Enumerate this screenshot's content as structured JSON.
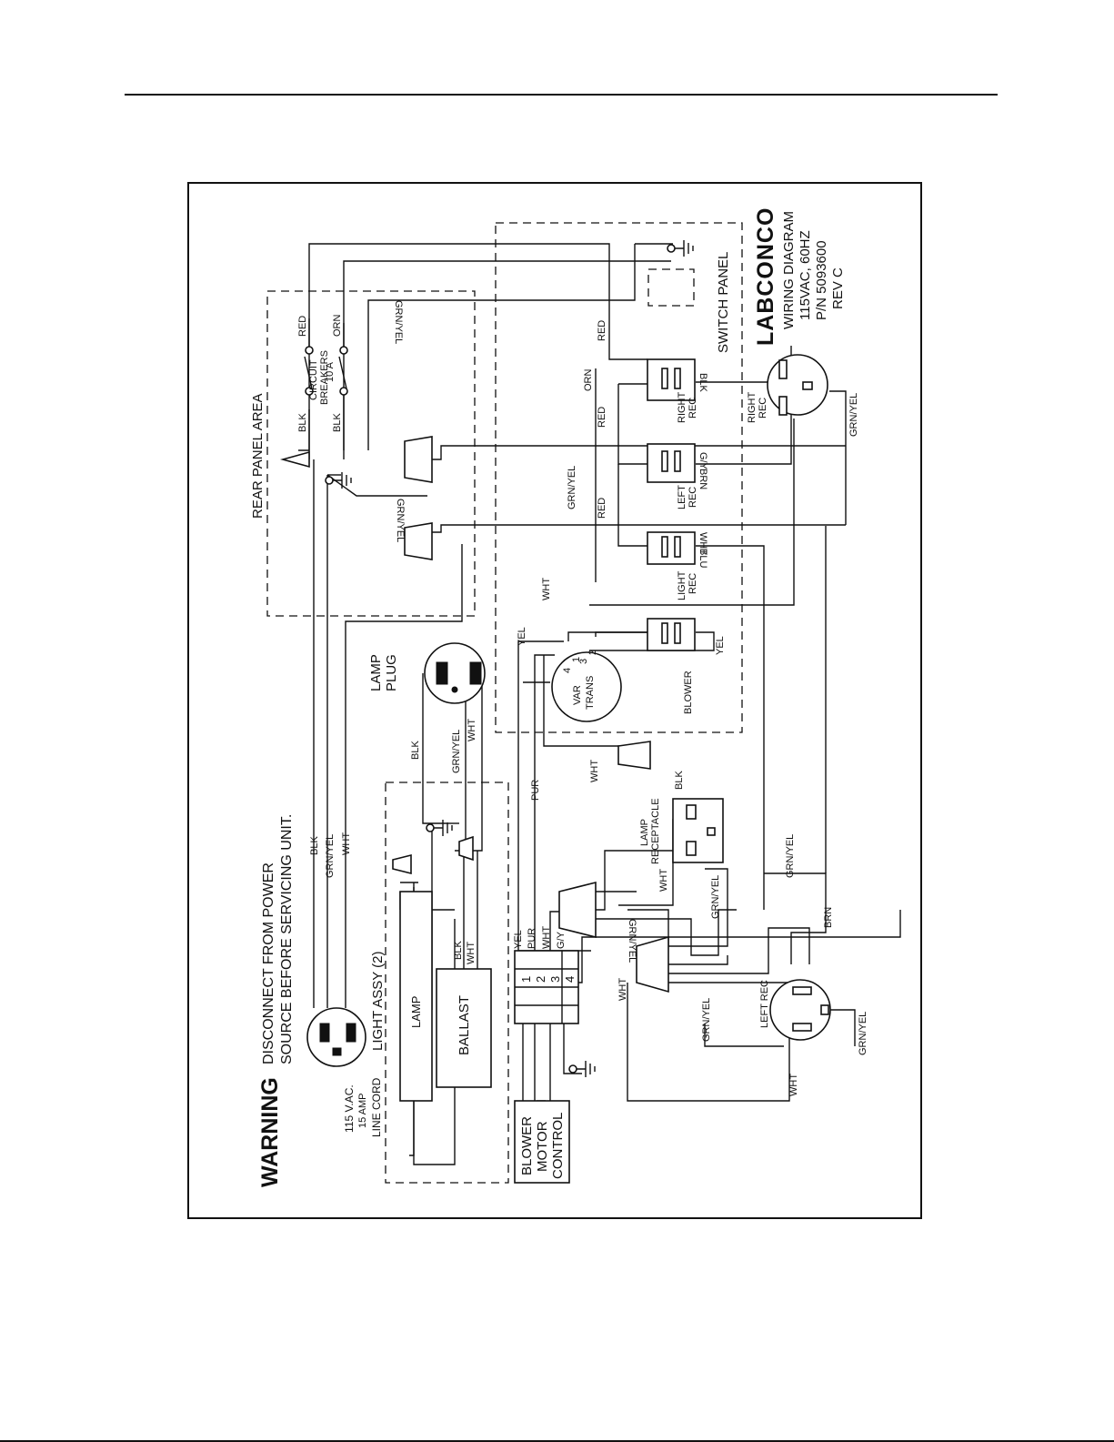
{
  "warning": {
    "word": "WARNING",
    "line1": "DISCONNECT FROM POWER",
    "line2": "SOURCE BEFORE SERVICING UNIT."
  },
  "line_cord": {
    "l1": "115 V.AC.",
    "l2": "15 AMP",
    "l3": "LINE CORD"
  },
  "areas": {
    "rear_panel": "REAR PANEL AREA",
    "switch_panel": "SWITCH PANEL",
    "light_assy": "LIGHT ASSY (2)"
  },
  "components": {
    "circuit_breakers_1": "CIRCUIT",
    "circuit_breakers_2": "BREAKERS",
    "breaker_rating": "10 A",
    "lamp_plug_1": "LAMP",
    "lamp_plug_2": "PLUG",
    "lamp": "LAMP",
    "ballast": "BALLAST",
    "blower_motor_control_1": "BLOWER",
    "blower_motor_control_2": "MOTOR",
    "blower_motor_control_3": "CONTROL",
    "var_trans_1": "VAR",
    "var_trans_2": "TRANS",
    "blower": "BLOWER",
    "light_rec_1": "LIGHT",
    "light_rec_2": "REC",
    "left_rec_1": "LEFT",
    "left_rec_2": "REC",
    "right_rec_1": "RIGHT",
    "right_rec_2": "REC",
    "right_rec_outlet_1": "RIGHT",
    "right_rec_outlet_2": "REC",
    "left_rec_outlet": "LEFT REC",
    "lamp_receptacle_1": "LAMP",
    "lamp_receptacle_2": "RECEPTACLE",
    "terminal_numbers": [
      "1",
      "2",
      "3",
      "4"
    ],
    "var_trans_pins": [
      "4",
      "1",
      "3",
      "2"
    ]
  },
  "wires": {
    "blk": "BLK",
    "wht": "WHT",
    "grn_yel": "GRN/YEL",
    "red": "RED",
    "orn": "ORN",
    "yel": "YEL",
    "pur": "PUR",
    "brn": "BRN",
    "blu": "BLU",
    "g_y": "G/Y"
  },
  "title_block": {
    "logo": "LABCONCO",
    "line1": "WIRING DIAGRAM",
    "line2": "115VAC, 60HZ",
    "line3": "P/N 5093600",
    "line4": "REV C"
  },
  "colors": {
    "ink": "#111111",
    "paper": "#ffffff"
  }
}
